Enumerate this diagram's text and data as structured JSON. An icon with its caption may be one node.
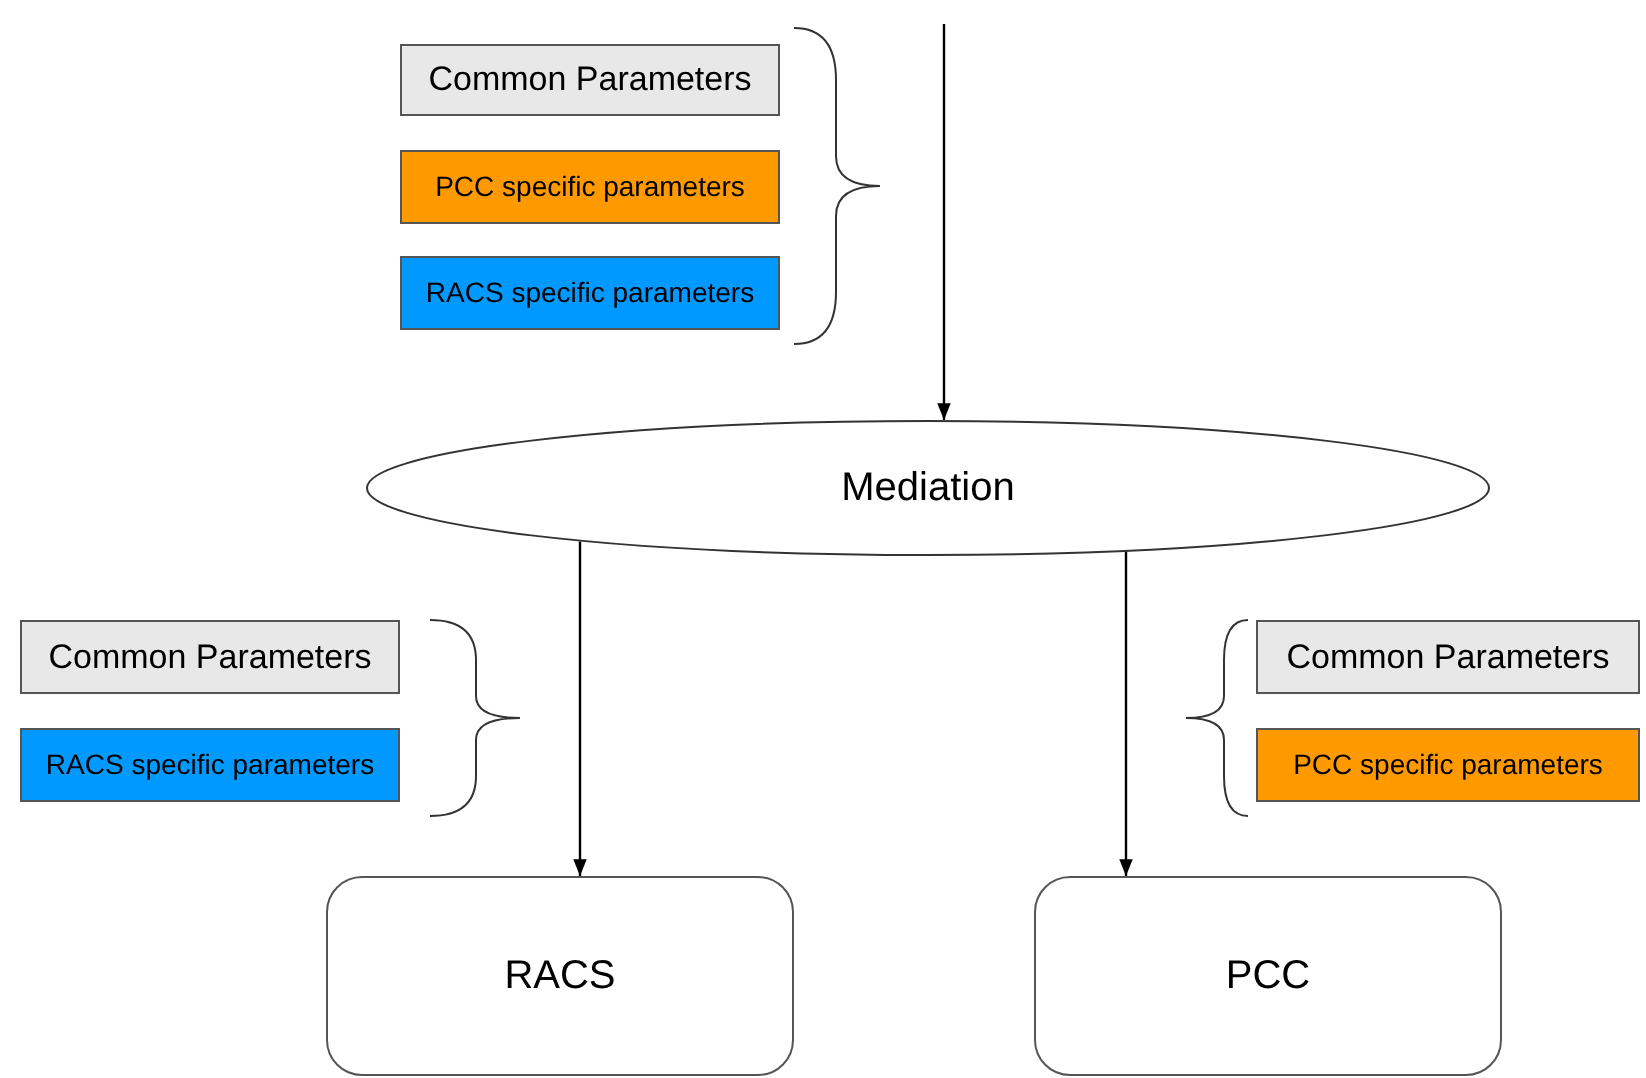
{
  "diagram": {
    "nodes": [
      {
        "text": [
          "Common Parameters"
        ]
      },
      {
        "text": [
          "PCC specific parameters"
        ]
      },
      {
        "text": [
          "RACS specific parameters"
        ]
      },
      {
        "text": [
          "Mediation"
        ]
      },
      {
        "text": [
          "Common Parameters"
        ]
      },
      {
        "text": [
          "RACS specific parameters"
        ]
      },
      {
        "text": [
          "Common Parameters"
        ]
      },
      {
        "text": [
          "PCC specific parameters"
        ]
      },
      {
        "text": [
          "RACS"
        ]
      },
      {
        "text": [
          "PCC"
        ]
      }
    ],
    "edges": [
      {
        "from": null,
        "to": 3,
        "arrow": "to"
      },
      {
        "from": 3,
        "to": 8,
        "arrow": "to"
      },
      {
        "from": 3,
        "to": 9,
        "arrow": "to"
      }
    ]
  }
}
